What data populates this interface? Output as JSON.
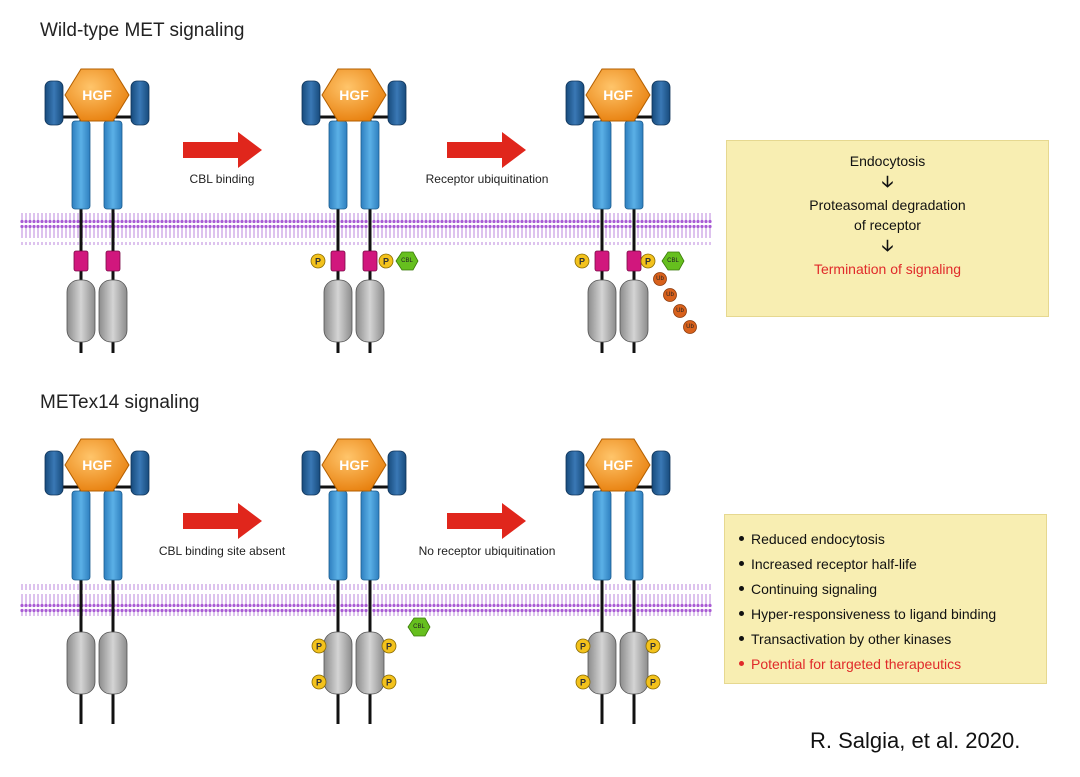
{
  "panels": [
    {
      "title": "Wild-type MET signaling",
      "step1_label": "CBL binding",
      "step2_label": "Receptor ubiquitination",
      "outcome": {
        "line1": "Endocytosis",
        "line2a": "Proteasomal degradation",
        "line2b": "of receptor",
        "line3": "Termination of signaling"
      }
    },
    {
      "title": "METex14 signaling",
      "step1_label": "CBL binding site absent",
      "step2_label": "No receptor ubiquitination",
      "outcome_items": [
        "Reduced endocytosis",
        "Increased receptor half-life",
        "Continuing signaling",
        "Hyper-responsiveness to ligand binding",
        "Transactivation by other kinases"
      ],
      "outcome_highlight": "Potential for targeted therapeutics"
    }
  ],
  "labels": {
    "ligand": "HGF",
    "phospho": "P",
    "cbl": "CBL",
    "ub": "Ub"
  },
  "citation": "R. Salgia, et al. 2020.",
  "colors": {
    "arrow": "#e0261c",
    "hgf": "#f28f1a",
    "receptor": "#3b95cf",
    "sema": "#1f5d97",
    "juxta": "#d1177d",
    "kinase": "#a8a8a8",
    "membrane": "#b36ad9",
    "phospho": "#f3c21c",
    "cbl": "#66bf1e",
    "ub": "#d8611c",
    "highlight_text": "#e02a2a",
    "box_bg": "#f8eeb2"
  }
}
